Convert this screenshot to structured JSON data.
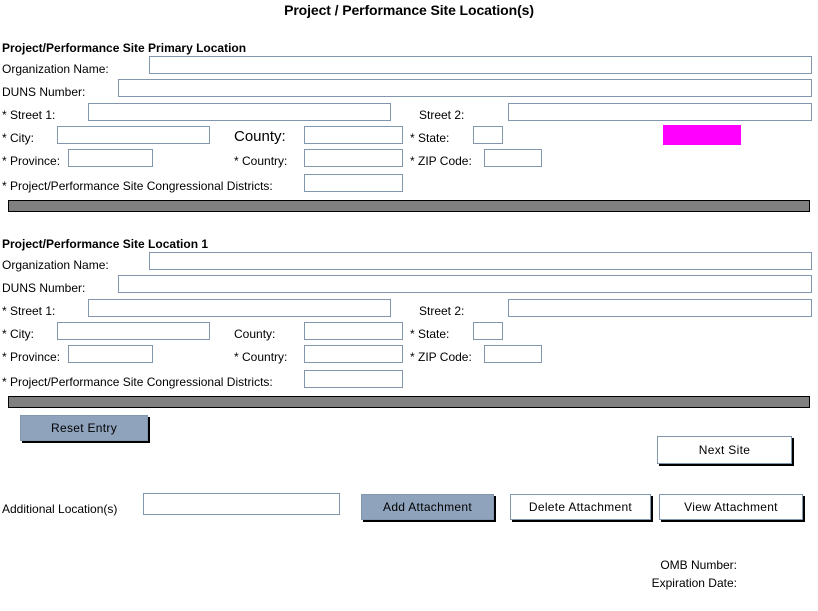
{
  "page": {
    "title": "Project / Performance Site Location(s)"
  },
  "sections": [
    {
      "heading": "Project/Performance Site Primary Location",
      "fields": {
        "organization_name_label": "Organization Name:",
        "organization_name_value": "",
        "duns_number_label": "DUNS Number:",
        "duns_number_value": "",
        "street1_label": "* Street 1:",
        "street1_value": "",
        "street2_label": "Street 2:",
        "street2_value": "",
        "city_label": "* City:",
        "city_value": "",
        "county_label": "County:",
        "county_value": "",
        "state_label": "* State:",
        "state_value": "",
        "province_label": "* Province:",
        "province_value": "",
        "country_label": "* Country:",
        "country_value": "",
        "zip_label": "* ZIP Code:",
        "zip_value": "",
        "districts_label": "* Project/Performance Site Congressional Districts:",
        "districts_value": ""
      }
    },
    {
      "heading": "Project/Performance Site Location 1",
      "fields": {
        "organization_name_label": "Organization Name:",
        "organization_name_value": "",
        "duns_number_label": "DUNS Number:",
        "duns_number_value": "",
        "street1_label": "* Street 1:",
        "street1_value": "",
        "street2_label": "Street 2:",
        "street2_value": "",
        "city_label": "* City:",
        "city_value": "",
        "county_label": "County:",
        "county_value": "",
        "state_label": "* State:",
        "state_value": "",
        "province_label": "* Province:",
        "province_value": "",
        "country_label": "* Country:",
        "country_value": "",
        "zip_label": "* ZIP Code:",
        "zip_value": "",
        "districts_label": "* Project/Performance Site Congressional Districts:",
        "districts_value": ""
      }
    }
  ],
  "actions": {
    "reset_entry_label": "Reset Entry",
    "next_site_label": "Next Site",
    "additional_locations_label": "Additional Location(s)",
    "additional_locations_value": "",
    "add_attachment_label": "Add Attachment",
    "delete_attachment_label": "Delete Attachment",
    "view_attachment_label": "View  Attachment"
  },
  "footer": {
    "omb_number_label": "OMB Number:",
    "expiration_date_label": "Expiration Date:"
  },
  "colors": {
    "field_border": "#8296ad",
    "button_fill": "#8fa3bd",
    "separator": "#808080",
    "highlight": "#ff00ff"
  }
}
